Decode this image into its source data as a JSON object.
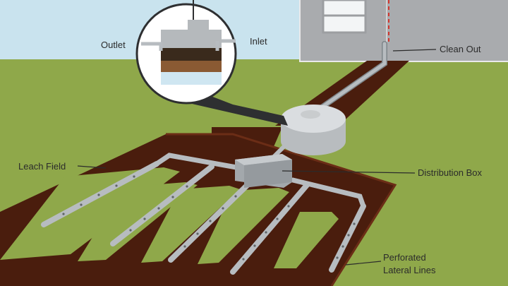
{
  "labels": {
    "outlet": "Outlet",
    "inlet": "Inlet",
    "clean_out": "Clean Out",
    "leach_field": "Leach Field",
    "distribution_box": "Distribution Box",
    "perforated_line1": "Perforated",
    "perforated_line2": "Lateral Lines"
  },
  "colors": {
    "sky": "#c9e3ee",
    "grass": "#8fa84a",
    "house_wall": "#a9abae",
    "house_outline": "#e9e9ea",
    "window": "#f3f5f6",
    "window_frame": "#9c9ea1",
    "trench": "#4a1d0d",
    "trench_edge": "#6b2d16",
    "pipe": "#b7bcc0",
    "pipe_dark": "#7e8589",
    "tank_top": "#dadde0",
    "tank_side": "#b8bcbf",
    "box": "#a3a8ac",
    "callout_dark": "#2e2f31",
    "sludge": "#3a2a1c",
    "sediment": "#8a5a33",
    "water": "#cfe6f1",
    "hole": "#5f6467",
    "red_dash": "#d2362e"
  }
}
